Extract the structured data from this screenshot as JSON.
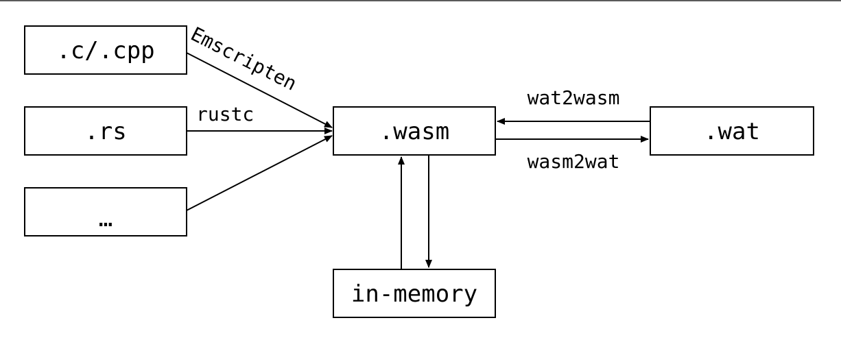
{
  "nodes": {
    "c_cpp": ".c/.cpp",
    "rs": ".rs",
    "more": "…",
    "wasm": ".wasm",
    "wat": ".wat",
    "in_memory": "in-memory"
  },
  "edges": {
    "emscripten": "Emscripten",
    "rustc": "rustc",
    "wat2wasm": "wat2wasm",
    "wasm2wat": "wasm2wat"
  },
  "colors": {
    "stroke": "#000000",
    "background": "#ffffff",
    "top_border": "#5a5a5a"
  }
}
